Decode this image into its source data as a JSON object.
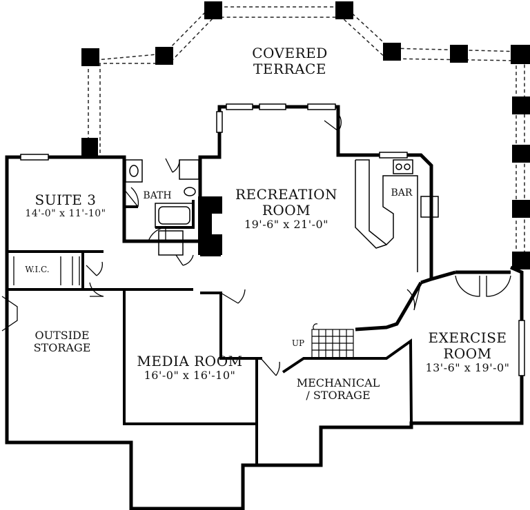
{
  "plan": {
    "rooms": {
      "covered_terrace": {
        "line1": "COVERED",
        "line2": "TERRACE"
      },
      "recreation_room": {
        "line1": "RECREATION",
        "line2": "ROOM",
        "dims": "19'-6\" x 21'-0\""
      },
      "suite_3": {
        "name": "SUITE 3",
        "dims": "14'-0\" x 11'-10\""
      },
      "bath": {
        "name": "BATH"
      },
      "wic": {
        "name": "W.I.C."
      },
      "bar": {
        "name": "BAR"
      },
      "outside_storage": {
        "line1": "OUTSIDE",
        "line2": "STORAGE"
      },
      "media_room": {
        "name": "MEDIA ROOM",
        "dims": "16'-0\" x 16'-10\""
      },
      "mechanical_storage": {
        "line1": "MECHANICAL",
        "line2": "/ STORAGE"
      },
      "exercise_room": {
        "line1": "EXERCISE",
        "line2": "ROOM",
        "dims": "13'-6\" x 19'-0\""
      },
      "stair": {
        "name": "UP"
      }
    }
  }
}
